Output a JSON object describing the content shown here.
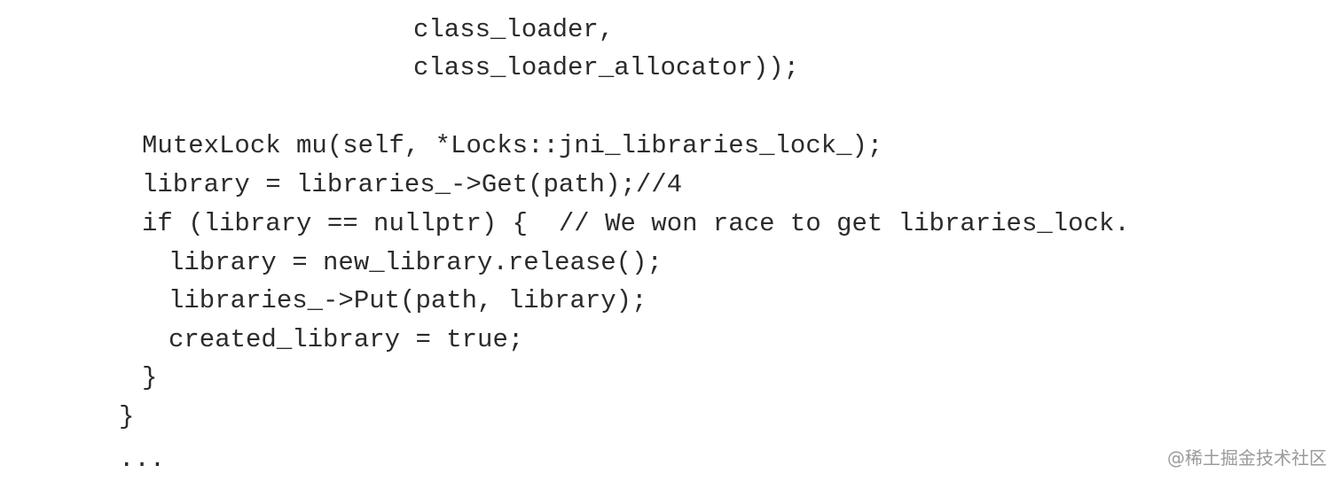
{
  "code": {
    "lines": [
      "class_loader,",
      "class_loader_allocator));",
      "MutexLock mu(self, *Locks::jni_libraries_lock_);",
      "library = libraries_->Get(path);//4",
      "if (library == nullptr) {  // We won race to get libraries_lock.",
      "library = new_library.release();",
      "libraries_->Put(path, library);",
      "created_library = true;",
      "}",
      "}",
      "..."
    ]
  },
  "watermark": {
    "text": "@稀土掘金技术社区"
  }
}
